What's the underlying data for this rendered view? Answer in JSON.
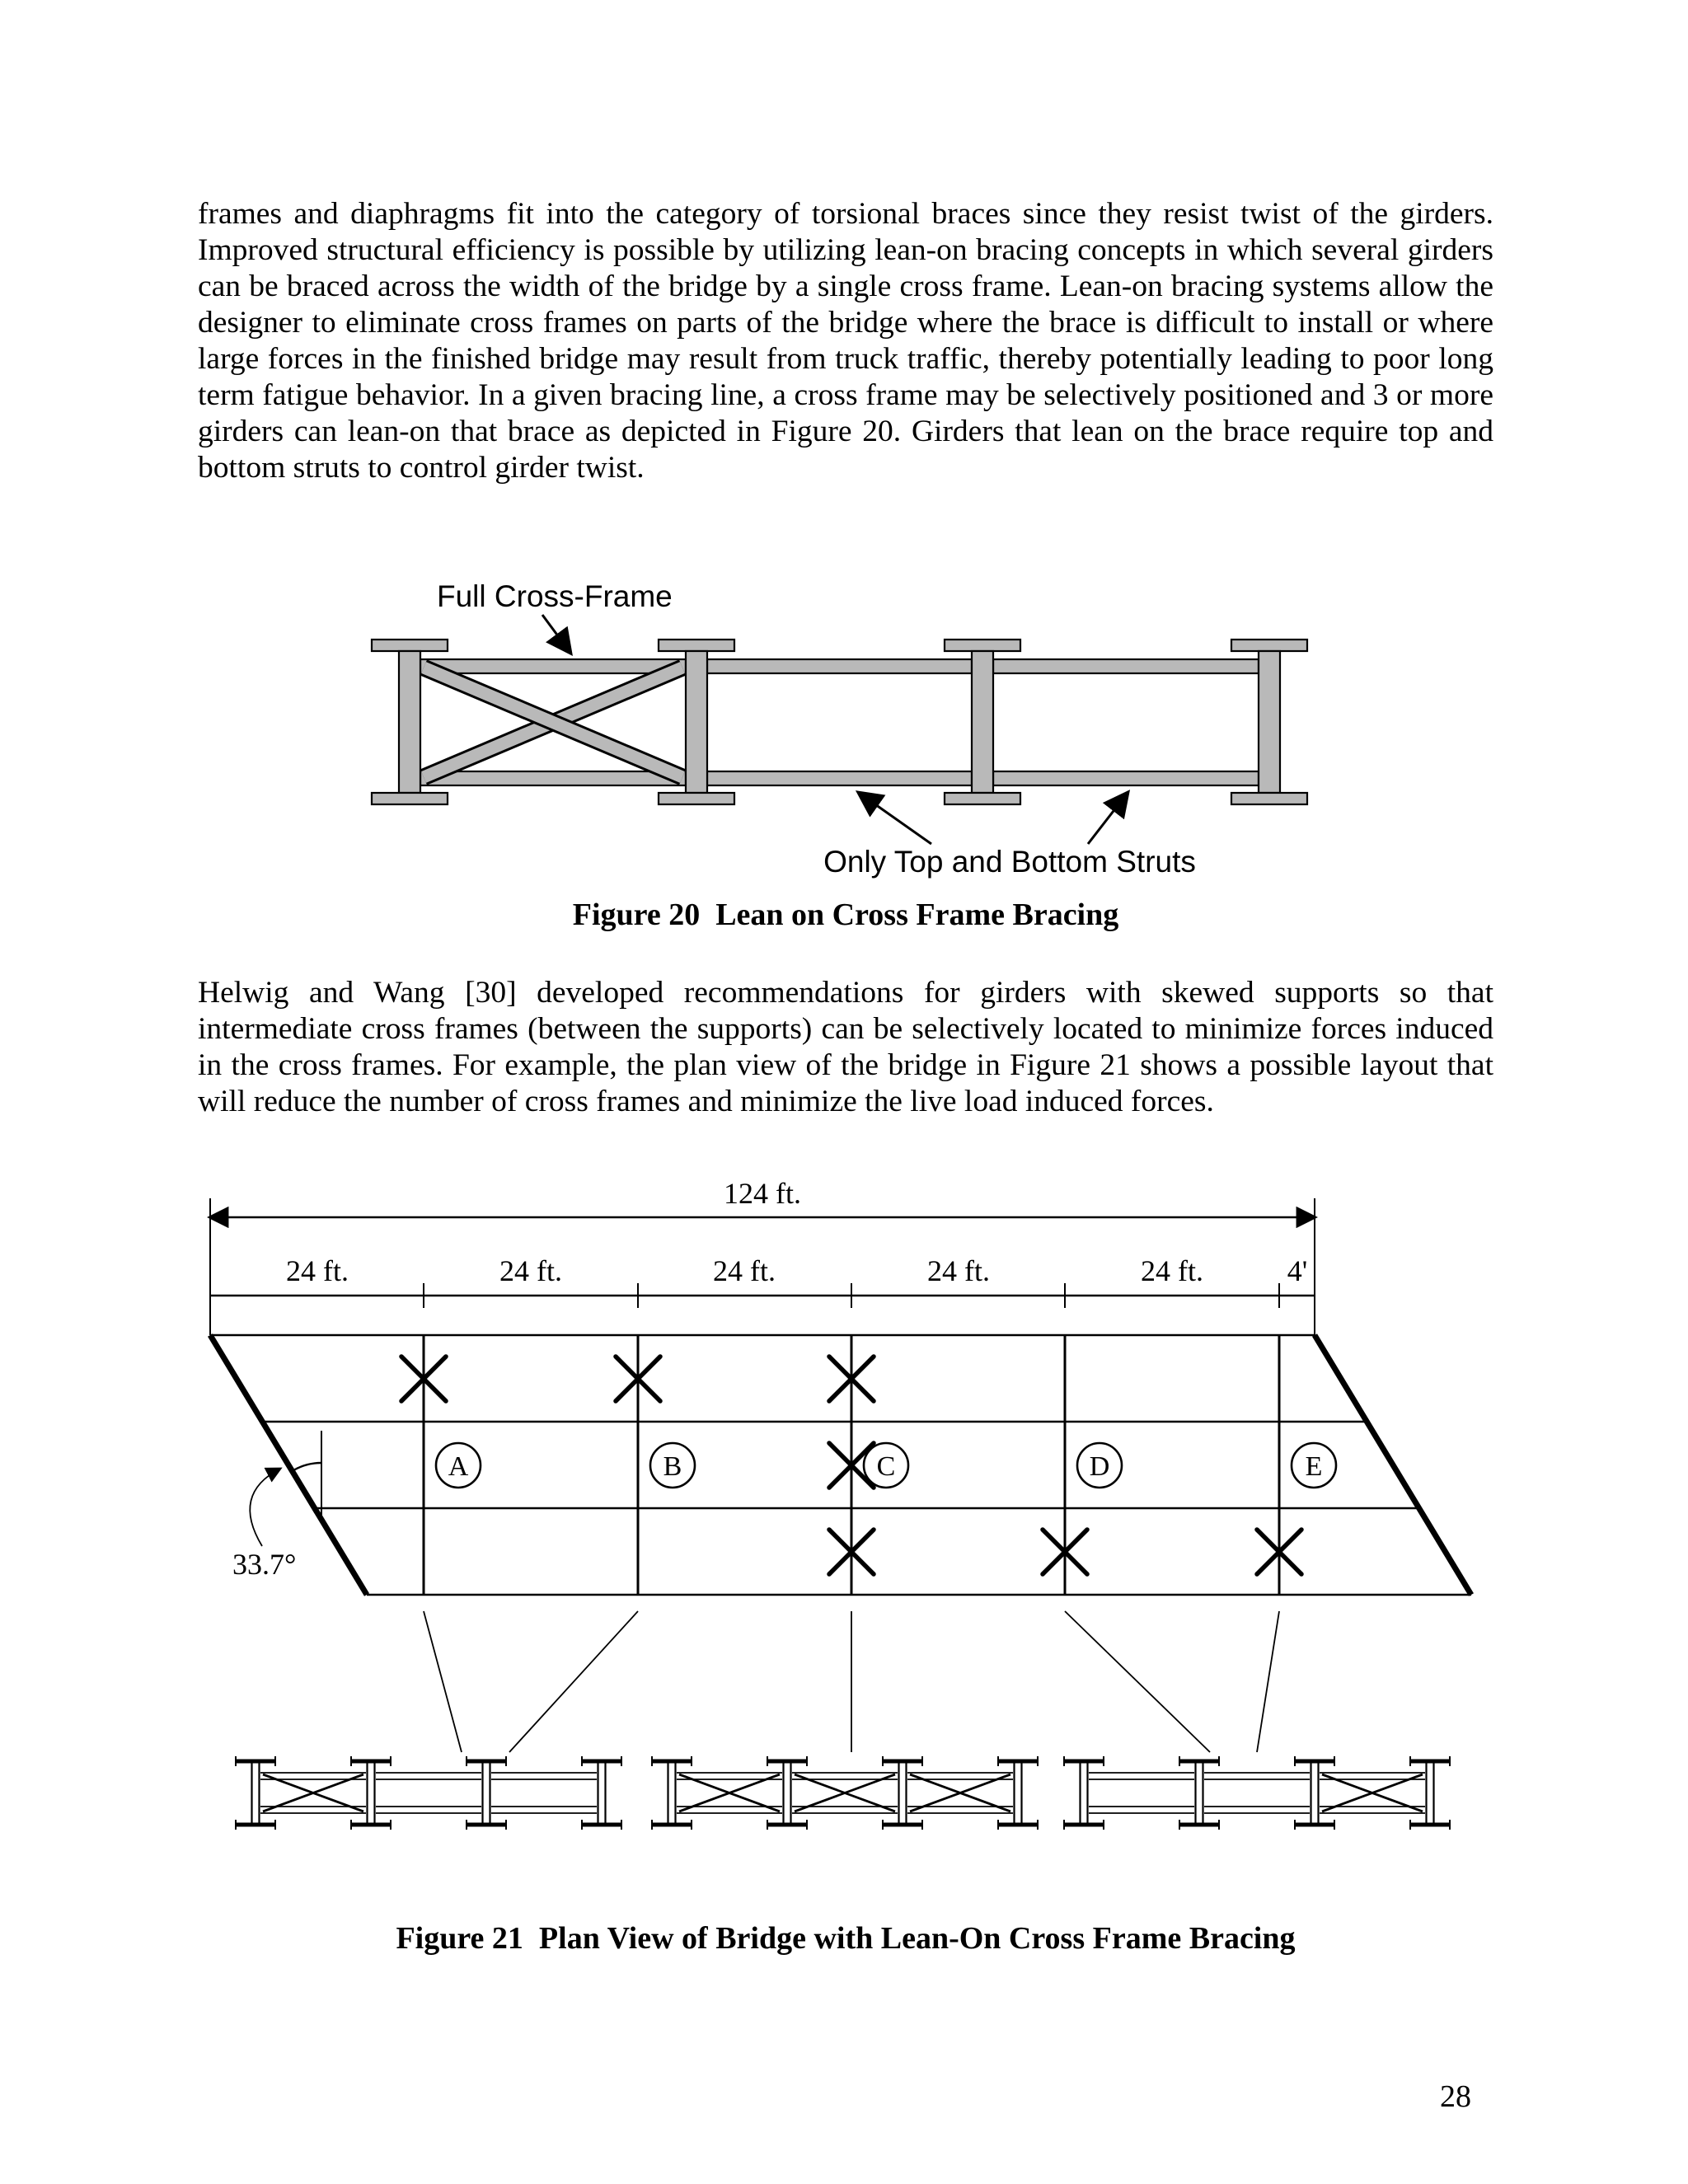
{
  "page": {
    "number": "28"
  },
  "body": {
    "paragraph1": "frames and diaphragms fit into the category of torsional braces since they resist twist of the girders.  Improved structural efficiency is possible by utilizing lean-on bracing concepts in which several girders can be braced across the width of the bridge by a single cross frame.  Lean-on bracing systems allow the designer to eliminate cross frames on parts of the bridge where the brace is difficult to install or where large forces in the finished bridge may result from truck traffic, thereby potentially leading to poor long term fatigue behavior.  In a given bracing line, a cross frame may be selectively positioned and 3 or more girders can lean-on that brace as depicted in Figure 20.  Girders that lean on the brace require top and bottom struts to control girder twist.",
    "paragraph2": "Helwig and Wang [30] developed recommendations for girders with skewed supports so that intermediate cross frames (between the supports) can be selectively located to minimize forces induced in the cross frames.  For example, the plan view of the bridge in Figure 21 shows a possible layout that will reduce the number of cross frames and minimize the live load induced forces."
  },
  "figure20": {
    "label_full_cross_frame": "Full Cross-Frame",
    "label_struts": "Only Top and Bottom Struts",
    "caption": "Figure 20  Lean on Cross Frame Bracing"
  },
  "figure21": {
    "dim_total": "124 ft.",
    "dim_segments": [
      "24 ft.",
      "24 ft.",
      "24 ft.",
      "24 ft.",
      "24 ft.",
      "4'"
    ],
    "brace_labels": [
      "A",
      "B",
      "C",
      "D",
      "E"
    ],
    "skew_angle": "33.7°",
    "caption": "Figure 21  Plan View of Bridge with Lean-On Cross Frame Bracing"
  }
}
